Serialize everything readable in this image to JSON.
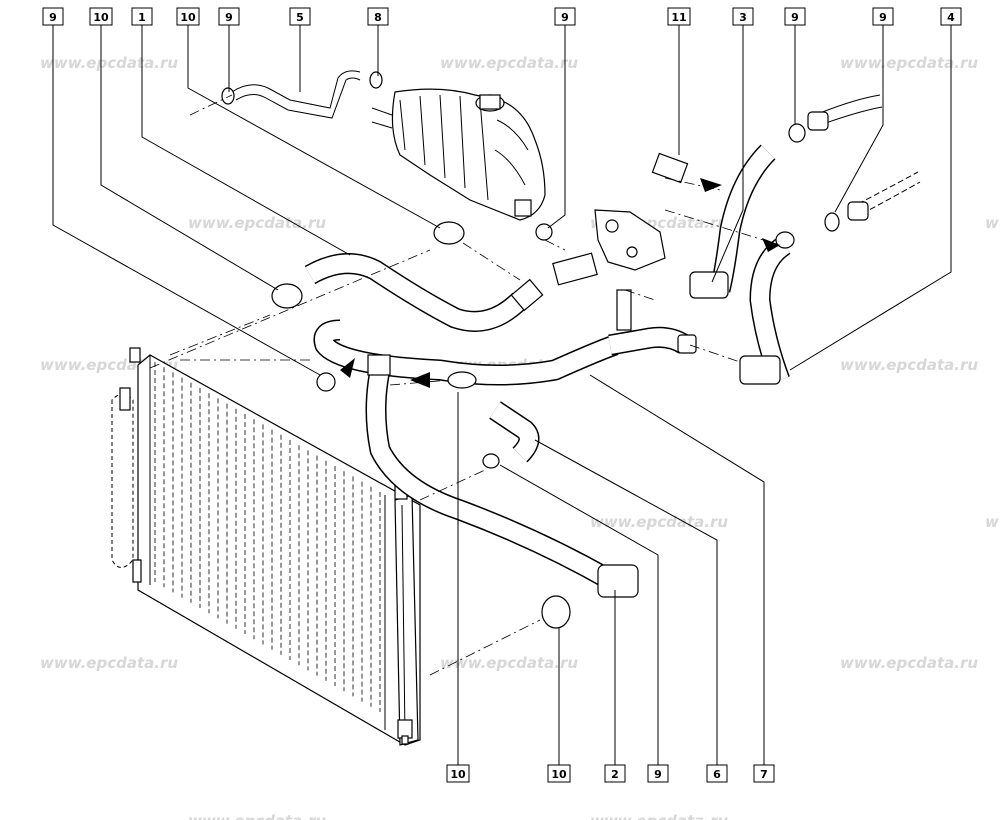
{
  "watermark": "www.epcdata.ru",
  "callouts_top": [
    "9",
    "10",
    "1",
    "10",
    "9",
    "5",
    "8",
    "9",
    "11",
    "3",
    "9",
    "9",
    "4"
  ],
  "callouts_bottom": [
    "10",
    "10",
    "2",
    "9",
    "6",
    "7"
  ]
}
